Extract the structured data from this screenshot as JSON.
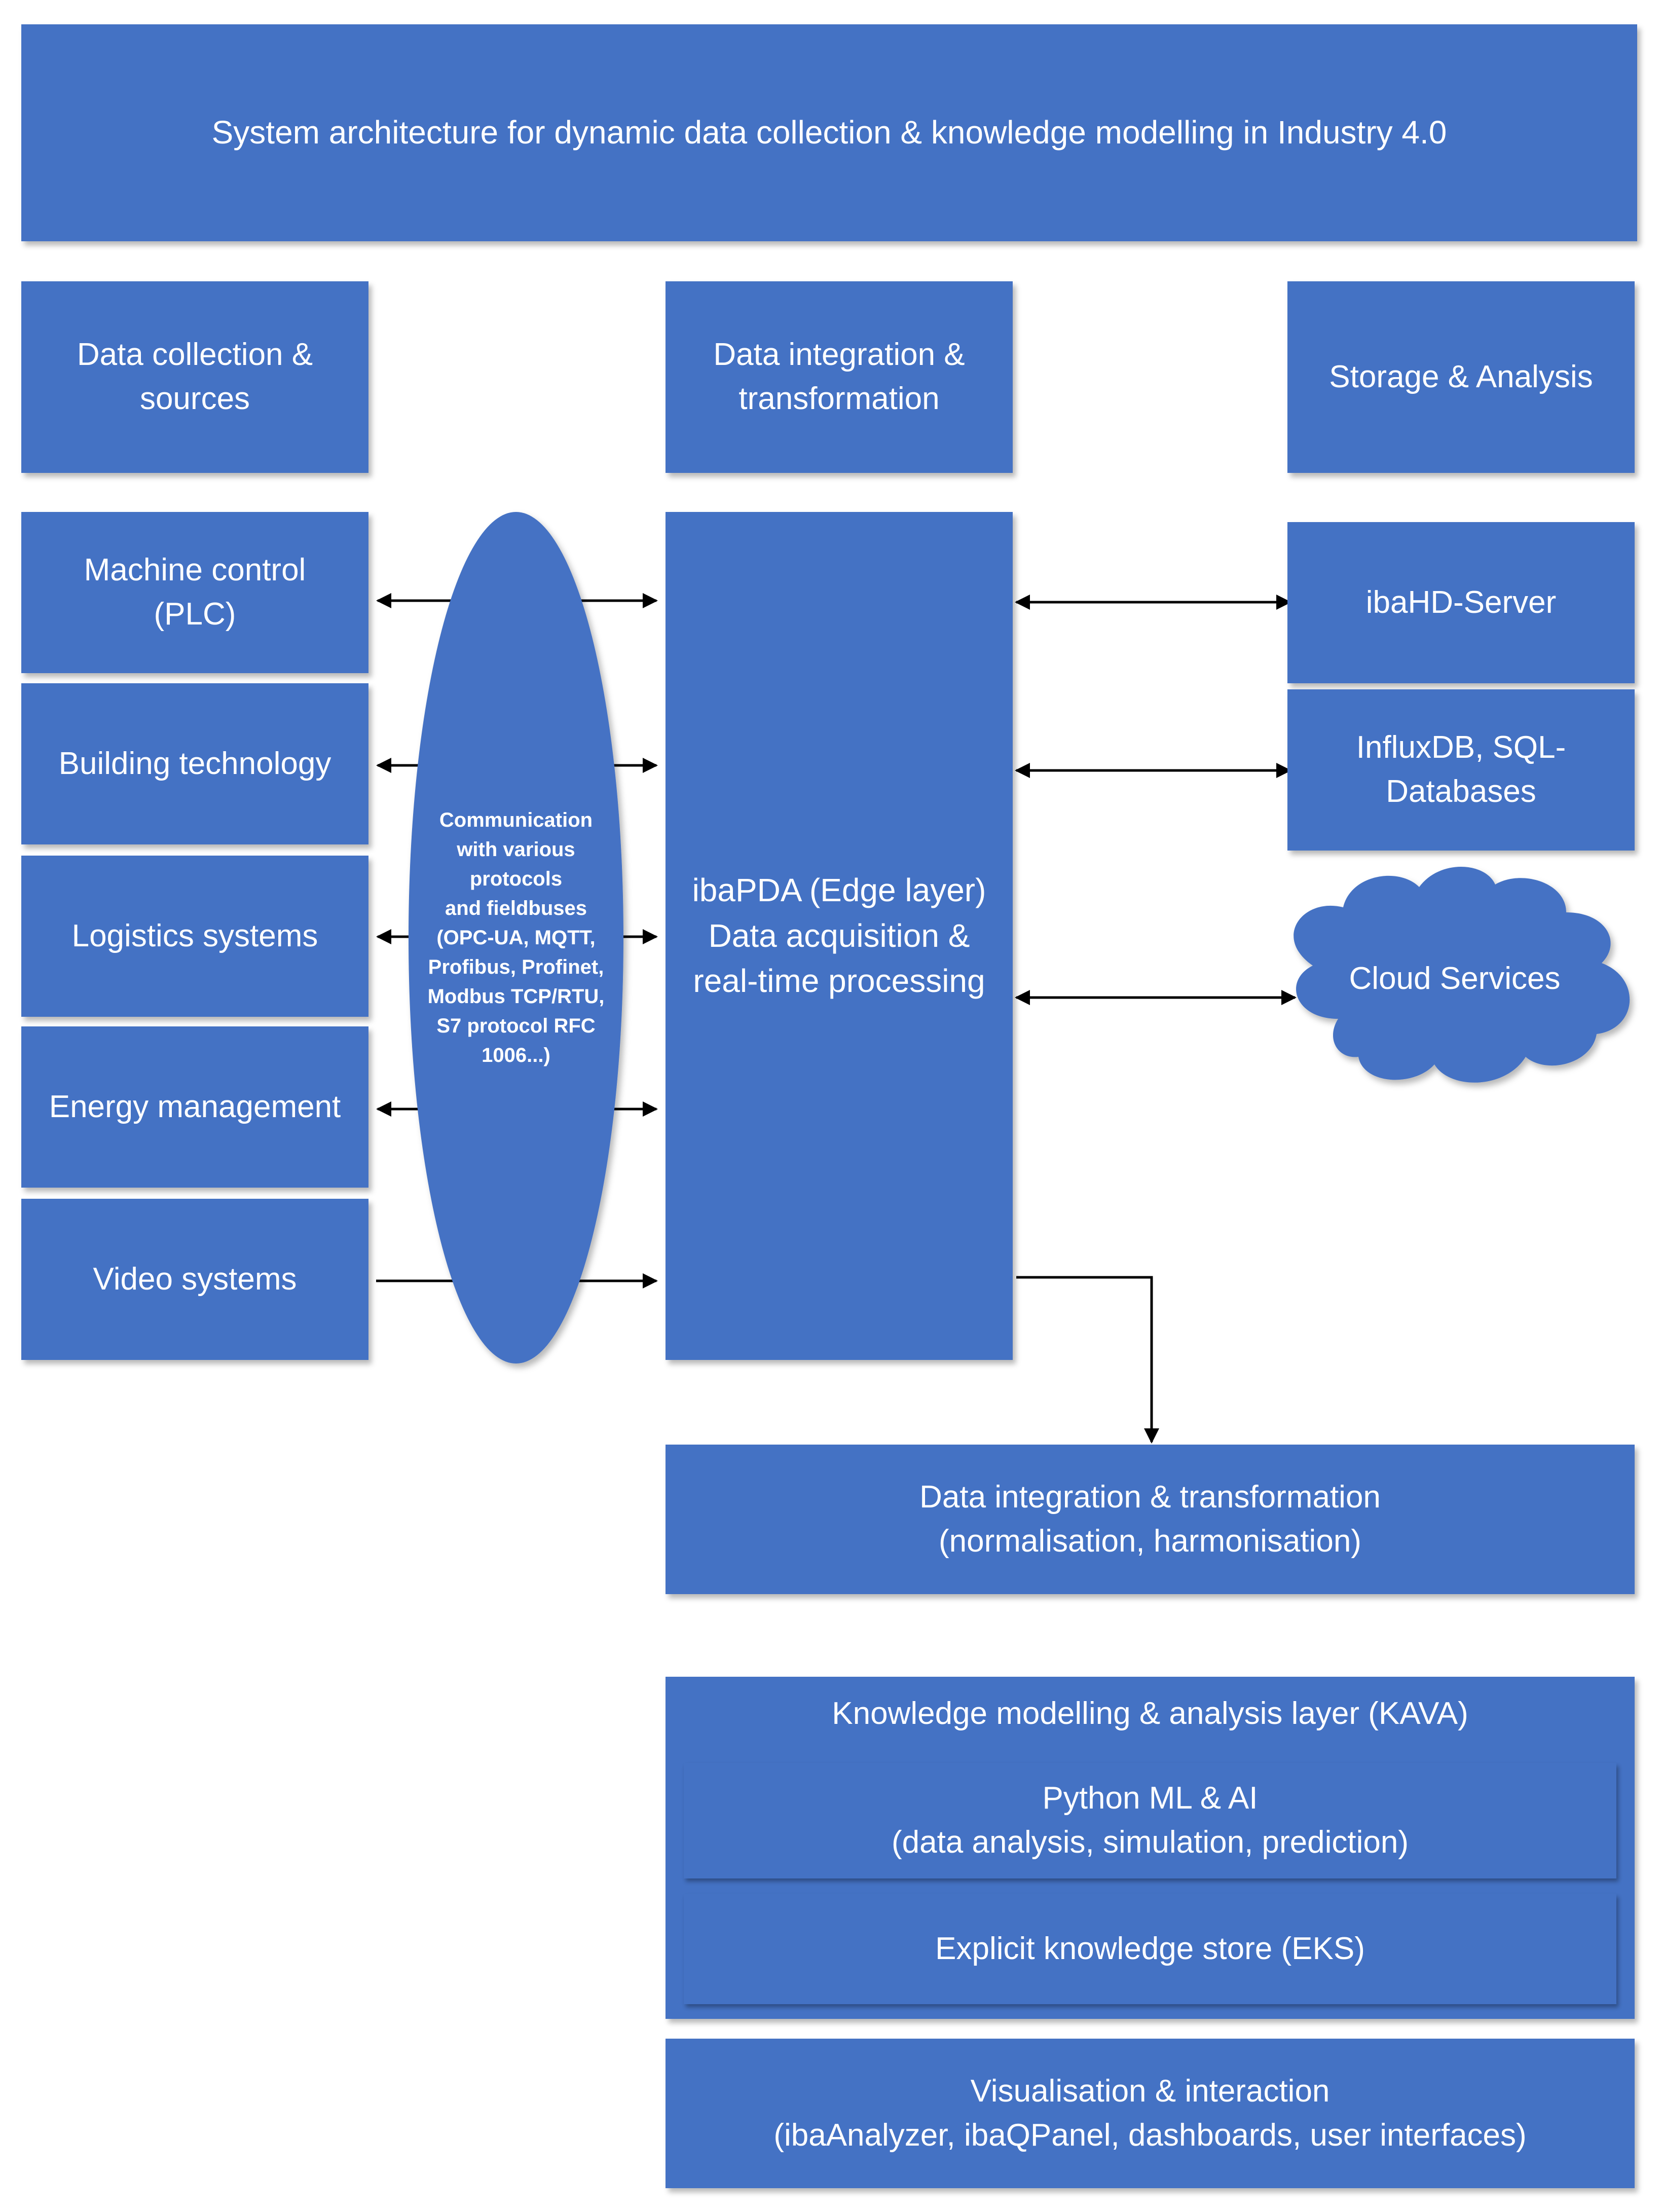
{
  "title": "System architecture for dynamic data collection & knowledge modelling in Industry 4.0",
  "columns": {
    "sources": "Data collection &\nsources",
    "integration": "Data integration &\ntransformation",
    "storage": "Storage & Analysis"
  },
  "sources": [
    "Machine control\n(PLC)",
    "Building technology",
    "Logistics systems",
    "Energy management",
    "Video systems"
  ],
  "communication": "Communication\nwith various\nprotocols\nand fieldbuses\n(OPC-UA, MQTT,\nProfibus, Profinet,\nModbus TCP/RTU,\nS7 protocol RFC\n1006...)",
  "edge": "ibaPDA (Edge layer)\nData acquisition &\nreal-time processing",
  "storage": [
    "ibaHD-Server",
    "InfluxDB, SQL-\nDatabases"
  ],
  "cloud": "Cloud Services",
  "transform": "Data integration & transformation\n(normalisation, harmonisation)",
  "knowledge": {
    "title": "Knowledge modelling & analysis layer (KAVA)",
    "ml": "Python ML & AI\n(data analysis, simulation, prediction)",
    "eks": "Explicit knowledge store (EKS)"
  },
  "visualisation": "Visualisation & interaction\n(ibaAnalyzer, ibaQPanel, dashboards, user interfaces)",
  "colors": {
    "box": "#4472c4",
    "text": "#ffffff",
    "line": "#000000"
  }
}
